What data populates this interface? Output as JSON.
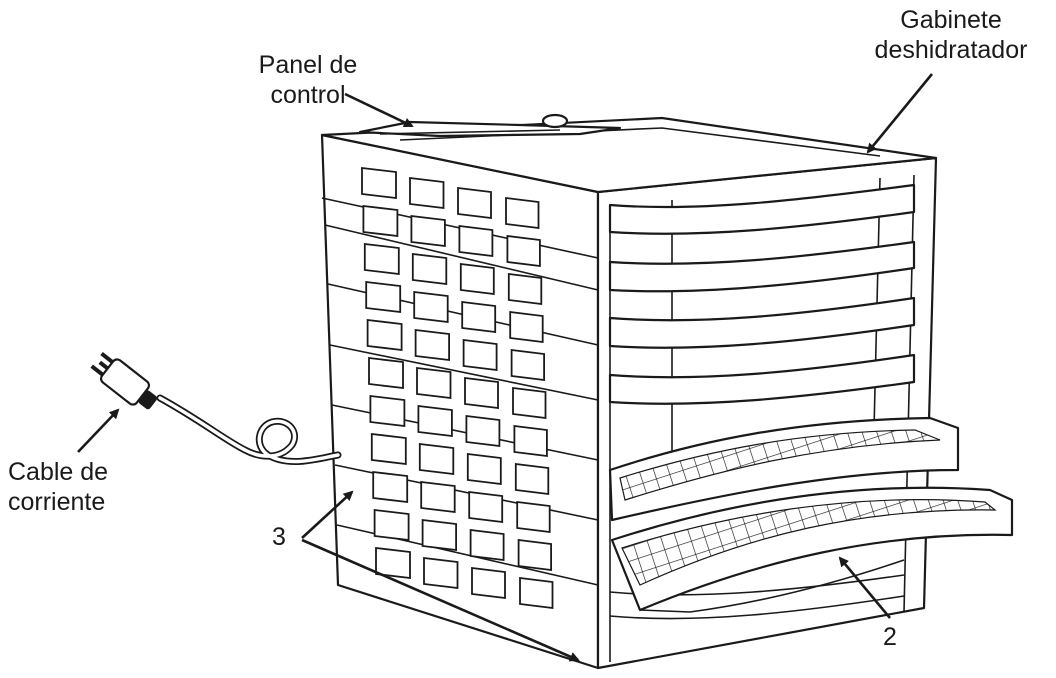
{
  "labels": {
    "panel_line1": "Panel de",
    "panel_line2": "control",
    "cabinet_line1": "Gabinete",
    "cabinet_line2": "deshidratador",
    "cable_line1": "Cable de",
    "cable_line2": "corriente",
    "feet_number": "3",
    "tray_number": "2"
  },
  "colors": {
    "ink": "#1a1a1a",
    "paper": "#ffffff"
  }
}
